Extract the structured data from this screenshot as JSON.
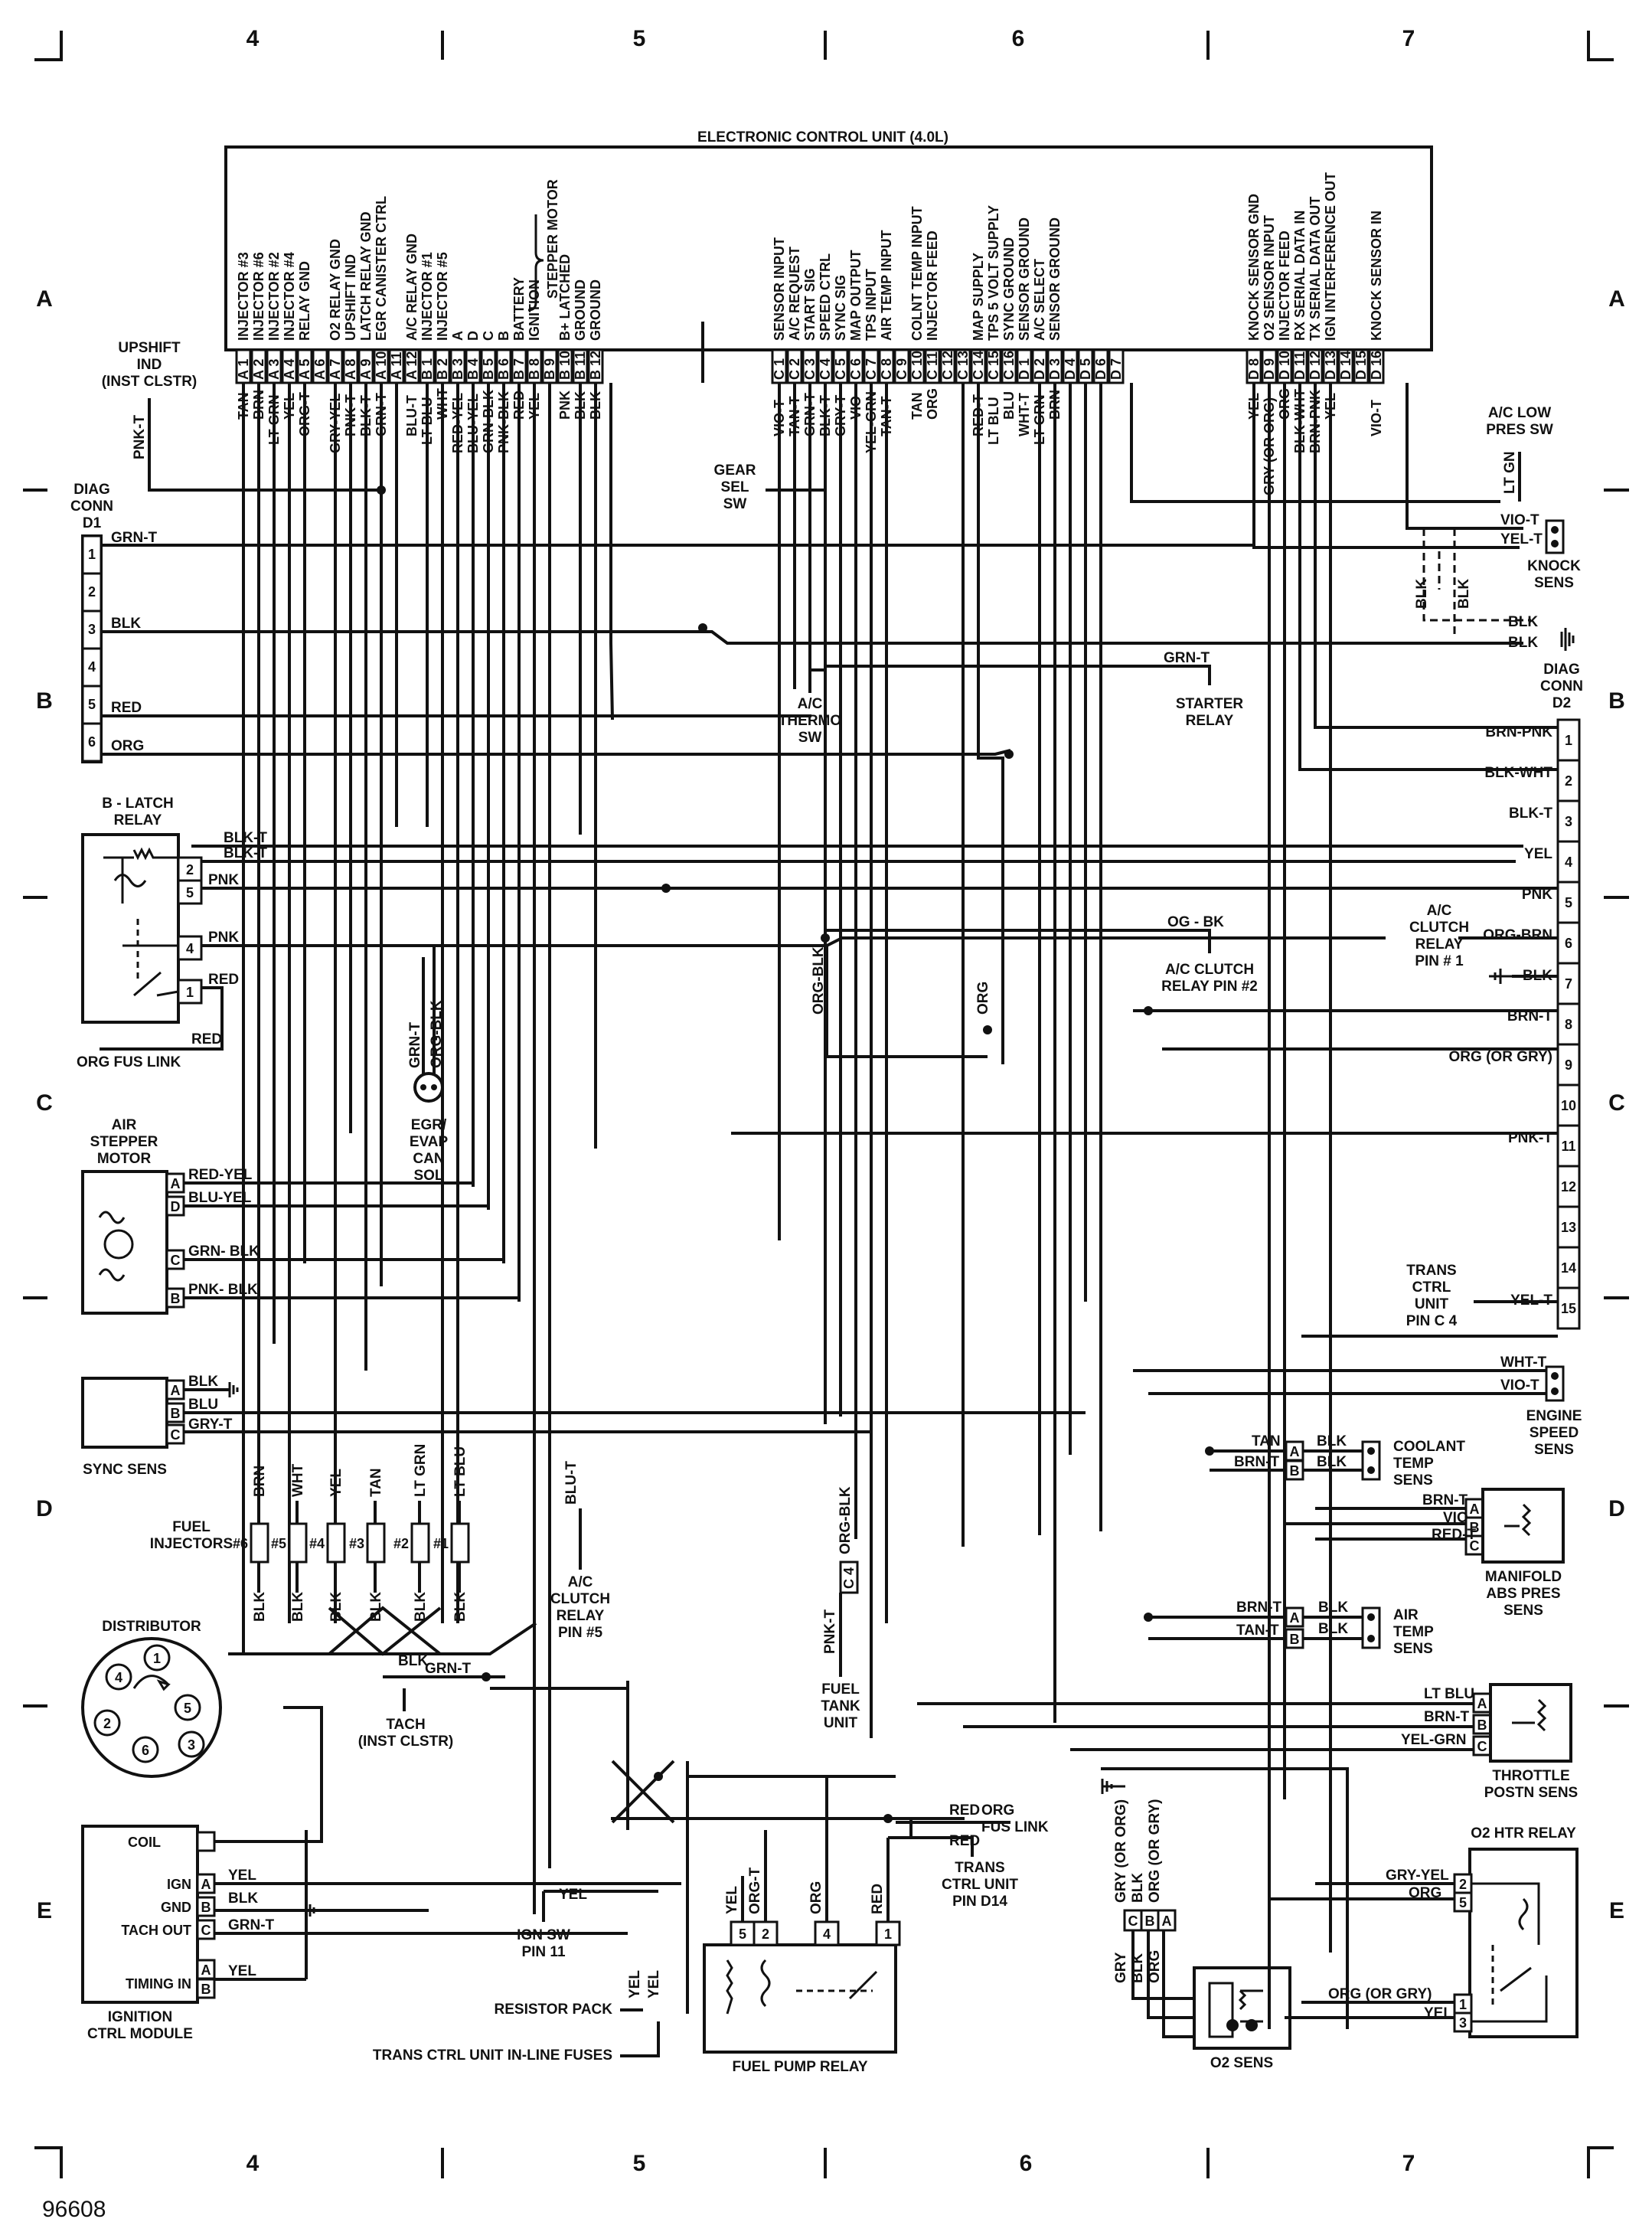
{
  "figure_id": "96608",
  "ecu": {
    "title": "ELECTRONIC CONTROL UNIT (4.0L)",
    "pins_left": [
      {
        "pin": "A 1",
        "func": "INJECTOR #3",
        "wire": "TAN"
      },
      {
        "pin": "A 2",
        "func": "INJECTOR #6",
        "wire": "BRN"
      },
      {
        "pin": "A 3",
        "func": "INJECTOR #2",
        "wire": "LT GRN"
      },
      {
        "pin": "A 4",
        "func": "INJECTOR #4",
        "wire": "YEL"
      },
      {
        "pin": "A 5",
        "func": "RELAY GND",
        "wire": "ORG-T"
      },
      {
        "pin": "A 6",
        "func": "",
        "wire": ""
      },
      {
        "pin": "A 7",
        "func": "O2 RELAY GND",
        "wire": "GRY-YEL"
      },
      {
        "pin": "A 8",
        "func": "UPSHIFT IND",
        "wire": "PNK-T"
      },
      {
        "pin": "A 9",
        "func": "LATCH RELAY GND",
        "wire": "BLK-T"
      },
      {
        "pin": "A 10",
        "func": "EGR CANISTER CTRL",
        "wire": "GRN-T"
      },
      {
        "pin": "A 11",
        "func": "",
        "wire": ""
      },
      {
        "pin": "A 12",
        "func": "A/C RELAY GND",
        "wire": "BLU-T"
      },
      {
        "pin": "B 1",
        "func": "INJECTOR #1",
        "wire": "LT BLU"
      },
      {
        "pin": "B 2",
        "func": "INJECTOR #5",
        "wire": "WHT"
      },
      {
        "pin": "B 3",
        "func": "A",
        "wire": "RED-YEL"
      },
      {
        "pin": "B 4",
        "func": "D",
        "wire": "BLU-YEL"
      },
      {
        "pin": "B 5",
        "func": "C",
        "wire": "GRN-BLK"
      },
      {
        "pin": "B 6",
        "func": "B",
        "wire": "PNK-BLK"
      },
      {
        "pin": "B 7",
        "func": "BATTERY",
        "wire": "RED"
      },
      {
        "pin": "B 8",
        "func": "IGNITION",
        "wire": "YEL"
      },
      {
        "pin": "B 9",
        "func": "",
        "wire": ""
      },
      {
        "pin": "B 10",
        "func": "B+ LATCHED",
        "wire": "PNK"
      },
      {
        "pin": "B 11",
        "func": "GROUND",
        "wire": "BLK"
      },
      {
        "pin": "B 12",
        "func": "GROUND",
        "wire": "BLK"
      }
    ],
    "stepper_label": "STEPPER MOTOR",
    "pins_mid": [
      {
        "pin": "C 1",
        "func": "SENSOR INPUT",
        "wire": "VIO-T"
      },
      {
        "pin": "C 2",
        "func": "A/C REQUEST",
        "wire": "TAN-T"
      },
      {
        "pin": "C 3",
        "func": "START SIG",
        "wire": "GRN-T"
      },
      {
        "pin": "C 4",
        "func": "SPEED CTRL",
        "wire": "BLK-T"
      },
      {
        "pin": "C 5",
        "func": "SYNC SIG",
        "wire": "GRY-T"
      },
      {
        "pin": "C 6",
        "func": "MAP OUTPUT",
        "wire": "VIO"
      },
      {
        "pin": "C 7",
        "func": "TPS INPUT",
        "wire": "YEL-GRN"
      },
      {
        "pin": "C 8",
        "func": "AIR TEMP INPUT",
        "wire": "TAN-T"
      },
      {
        "pin": "C 9",
        "func": "",
        "wire": ""
      },
      {
        "pin": "C 10",
        "func": "COLNT TEMP INPUT",
        "wire": "TAN"
      },
      {
        "pin": "C 11",
        "func": "INJECTOR FEED",
        "wire": "ORG"
      },
      {
        "pin": "C 12",
        "func": "",
        "wire": ""
      },
      {
        "pin": "C 13",
        "func": "",
        "wire": ""
      },
      {
        "pin": "C 14",
        "func": "MAP SUPPLY",
        "wire": "RED-T"
      },
      {
        "pin": "C 15",
        "func": "TPS 5 VOLT SUPPLY",
        "wire": "LT BLU"
      },
      {
        "pin": "C 16",
        "func": "SYNC GROUND",
        "wire": "BLU"
      },
      {
        "pin": "D 1",
        "func": "SENSOR GROUND",
        "wire": "WHT-T"
      },
      {
        "pin": "D 2",
        "func": "A/C SELECT",
        "wire": "LT GRN"
      },
      {
        "pin": "D 3",
        "func": "SENSOR GROUND",
        "wire": "BRN"
      },
      {
        "pin": "D 4",
        "func": "",
        "wire": ""
      },
      {
        "pin": "D 5",
        "func": "",
        "wire": ""
      },
      {
        "pin": "D 6",
        "func": "",
        "wire": ""
      },
      {
        "pin": "D 7",
        "func": "",
        "wire": ""
      }
    ],
    "pins_right": [
      {
        "pin": "D 8",
        "func": "KNOCK SENSOR GND",
        "wire": "YEL"
      },
      {
        "pin": "D 9",
        "func": "O2 SENSOR INPUT",
        "wire": "GRY (OR ORG)"
      },
      {
        "pin": "D 10",
        "func": "INJECTOR FEED",
        "wire": "ORG"
      },
      {
        "pin": "D 11",
        "func": "RX SERIAL DATA IN",
        "wire": "BLK-WHT"
      },
      {
        "pin": "D 12",
        "func": "TX SERIAL DATA OUT",
        "wire": "BRN-PNK"
      },
      {
        "pin": "D 13",
        "func": "IGN INTERFERENCE OUT",
        "wire": "YEL"
      },
      {
        "pin": "D 14",
        "func": "",
        "wire": ""
      },
      {
        "pin": "D 15",
        "func": "",
        "wire": ""
      },
      {
        "pin": "D 16",
        "func": "KNOCK SENSOR IN",
        "wire": "VIO-T"
      }
    ]
  },
  "border": {
    "columns_top": [
      "4",
      "5",
      "6",
      "7"
    ],
    "columns_bottom": [
      "4",
      "5",
      "6",
      "7"
    ],
    "rows_left": [
      "A",
      "B",
      "C",
      "D",
      "E"
    ],
    "rows_right": [
      "A",
      "B",
      "C",
      "D",
      "E"
    ]
  },
  "diag_d1": {
    "title_line1": "DIAG",
    "title_line2": "CONN",
    "title_line3": "D1",
    "pins": [
      "1",
      "2",
      "3",
      "4",
      "5",
      "6"
    ],
    "wires": [
      {
        "pin": "1",
        "wire": "GRN-T"
      },
      {
        "pin": "3",
        "wire": "BLK"
      },
      {
        "pin": "5",
        "wire": "RED"
      },
      {
        "pin": "6",
        "wire": "ORG"
      }
    ]
  },
  "upshift": {
    "line1": "UPSHIFT",
    "line2": "IND",
    "line3": "(INST CLSTR)",
    "wire": "PNK-T"
  },
  "b_latch_relay": {
    "line1": "B - LATCH",
    "line2": "RELAY",
    "pins": [
      "2",
      "5",
      "4",
      "1"
    ],
    "wires": [
      "BLK-T",
      "BLK-T",
      "PNK",
      "PNK",
      "RED"
    ]
  },
  "org_fus_link_left": {
    "label": "ORG FUS LINK",
    "wire": "RED"
  },
  "air_stepper": {
    "line1": "AIR",
    "line2": "STEPPER",
    "line3": "MOTOR",
    "pins": [
      "A",
      "D",
      "C",
      "B"
    ],
    "wires": [
      "RED-YEL",
      "BLU-YEL",
      "GRN- BLK",
      "PNK- BLK"
    ]
  },
  "sync_sens": {
    "label": "SYNC SENS",
    "pins": [
      "A",
      "B",
      "C"
    ],
    "wires": [
      "BLK",
      "BLU",
      "GRY-T"
    ]
  },
  "egr": {
    "line1": "EGR/",
    "line2": "EVAP",
    "line3": "CAN",
    "line4": "SOL",
    "wires": [
      "GRN-T",
      "ORG-BLK"
    ]
  },
  "fuel_injectors": {
    "label_line1": "FUEL",
    "label_line2": "INJECTORS",
    "numbers": [
      "#6",
      "#5",
      "#4",
      "#3",
      "#2",
      "#1"
    ],
    "top_wires": [
      "BRN",
      "WHT",
      "YEL",
      "TAN",
      "LT GRN",
      "LT BLU"
    ],
    "bottom_wire": "BLK"
  },
  "ac_clutch_relay_pin5": {
    "line1": "A/C",
    "line2": "CLUTCH",
    "line3": "RELAY",
    "line4": "PIN #5",
    "wire": "BLU-T"
  },
  "distributor": {
    "label": "DISTRIBUTOR",
    "terminals": [
      "1",
      "2",
      "3",
      "4",
      "5",
      "6"
    ]
  },
  "tach": {
    "line1": "TACH",
    "line2": "(INST CLSTR)",
    "wire": "GRN-T",
    "blk": "BLK"
  },
  "ignition_module": {
    "line1": "IGNITION",
    "line2": "CTRL MODULE",
    "rows": [
      {
        "label": "COIL",
        "pin": "",
        "wire": ""
      },
      {
        "label": "IGN",
        "pin": "A",
        "wire": "YEL"
      },
      {
        "label": "GND",
        "pin": "B",
        "wire": "BLK"
      },
      {
        "label": "TACH OUT",
        "pin": "C",
        "wire": "GRN-T"
      },
      {
        "label": "TIMING IN",
        "pin": "B",
        "wire": "YEL"
      }
    ],
    "pin_a2": "A"
  },
  "ign_sw": {
    "line1": "IGN SW",
    "line2": "PIN 11",
    "wire": "YEL"
  },
  "resistor_pack": "RESISTOR PACK",
  "trans_fuses": "TRANS CTRL UNIT IN-LINE FUSES",
  "fuel_pump_relay": {
    "label": "FUEL PUMP RELAY",
    "pins": [
      "5",
      "2",
      "4",
      "1"
    ],
    "wires": [
      "YEL",
      "ORG-T",
      "ORG",
      "RED"
    ]
  },
  "gear_sel": {
    "line1": "GEAR",
    "line2": "SEL",
    "line3": "SW"
  },
  "ac_thermo": {
    "line1": "A/C",
    "line2": "THERMO",
    "line3": "SW"
  },
  "ac_clutch_relay_pin2": {
    "line1": "A/C CLUTCH",
    "line2": "RELAY PIN #2",
    "wire": "OG - BK"
  },
  "starter_relay": {
    "line1": "STARTER",
    "line2": "RELAY",
    "wire": "GRN-T"
  },
  "fuel_tank": {
    "line1": "FUEL",
    "line2": "TANK",
    "line3": "UNIT",
    "conn": "C 4",
    "wires": [
      "PNK-T",
      "ORG-BLK"
    ]
  },
  "org_wire_mid": "ORG",
  "org_blk_mid": "ORG-BLK",
  "org_fus_link_right": {
    "line1": "ORG",
    "line2": "FUS LINK",
    "wire": "RED"
  },
  "trans_ctrl_d14": {
    "line1": "TRANS",
    "line2": "CTRL UNIT",
    "line3": "PIN D14",
    "wire": "RED"
  },
  "ac_low_pres": {
    "line1": "A/C LOW",
    "line2": "PRES SW",
    "wire": "LT GN"
  },
  "knock_sens": {
    "line1": "KNOCK",
    "line2": "SENS",
    "wires": [
      "VIO-T",
      "YEL-T",
      "BLK",
      "BLK",
      "BLK",
      "BLK"
    ]
  },
  "diag_d2": {
    "line1": "DIAG",
    "line2": "CONN",
    "line3": "D2",
    "pins": [
      "1",
      "2",
      "3",
      "4",
      "5",
      "6",
      "7",
      "8",
      "9",
      "10",
      "11",
      "12",
      "13",
      "14",
      "15"
    ],
    "wires": [
      {
        "pin": "1",
        "wire": "BRN-PNK"
      },
      {
        "pin": "2",
        "wire": "BLK-WHT"
      },
      {
        "pin": "3",
        "wire": "BLK-T"
      },
      {
        "pin": "4",
        "wire": "YEL"
      },
      {
        "pin": "5",
        "wire": "PNK"
      },
      {
        "pin": "6",
        "wire": "ORG-BRN"
      },
      {
        "pin": "7",
        "wire": "BLK"
      },
      {
        "pin": "8",
        "wire": "BRN-T"
      },
      {
        "pin": "9",
        "wire": "ORG (OR GRY)"
      },
      {
        "pin": "11",
        "wire": "PNK-T"
      },
      {
        "pin": "15",
        "wire": "YEL-T"
      }
    ]
  },
  "ac_clutch_relay_pin1": {
    "line1": "A/C",
    "line2": "CLUTCH",
    "line3": "RELAY",
    "line4": "PIN # 1"
  },
  "trans_ctrl_c4": {
    "line1": "TRANS",
    "line2": "CTRL",
    "line3": "UNIT",
    "line4": "PIN C 4"
  },
  "engine_speed": {
    "line1": "ENGINE",
    "line2": "SPEED",
    "line3": "SENS",
    "wires": [
      "WHT-T",
      "VIO-T"
    ]
  },
  "coolant_temp": {
    "line1": "COOLANT",
    "line2": "TEMP",
    "line3": "SENS",
    "pins": [
      "A",
      "B"
    ],
    "wires": [
      "TAN",
      "BRN-T",
      "BLK",
      "BLK"
    ]
  },
  "manifold_abs": {
    "line1": "MANIFOLD",
    "line2": "ABS PRES",
    "line3": "SENS",
    "pins": [
      "A",
      "B",
      "C"
    ],
    "wires": [
      "BRN-T",
      "VIO",
      "RED-T"
    ]
  },
  "air_temp": {
    "line1": "AIR",
    "line2": "TEMP",
    "line3": "SENS",
    "pins": [
      "A",
      "B"
    ],
    "wires": [
      "BRN-T",
      "TAN-T",
      "BLK",
      "BLK"
    ]
  },
  "throttle": {
    "line1": "THROTTLE",
    "line2": "POSTN SENS",
    "pins": [
      "A",
      "B",
      "C"
    ],
    "wires": [
      "LT BLU",
      "BRN-T",
      "YEL-GRN"
    ]
  },
  "o2_htr_relay": {
    "label": "O2 HTR RELAY",
    "pins": [
      "2",
      "5",
      "1",
      "3"
    ],
    "wires": [
      "GRY-YEL",
      "ORG",
      "ORG (OR GRY)",
      "YEL"
    ]
  },
  "o2_sens": {
    "label": "O2 SENS",
    "pins": [
      "C",
      "B",
      "A"
    ],
    "wires": [
      "GRY (OR ORG)",
      "BLK",
      "ORG (OR GRY)",
      "GRY",
      "BLK",
      "ORG"
    ]
  }
}
